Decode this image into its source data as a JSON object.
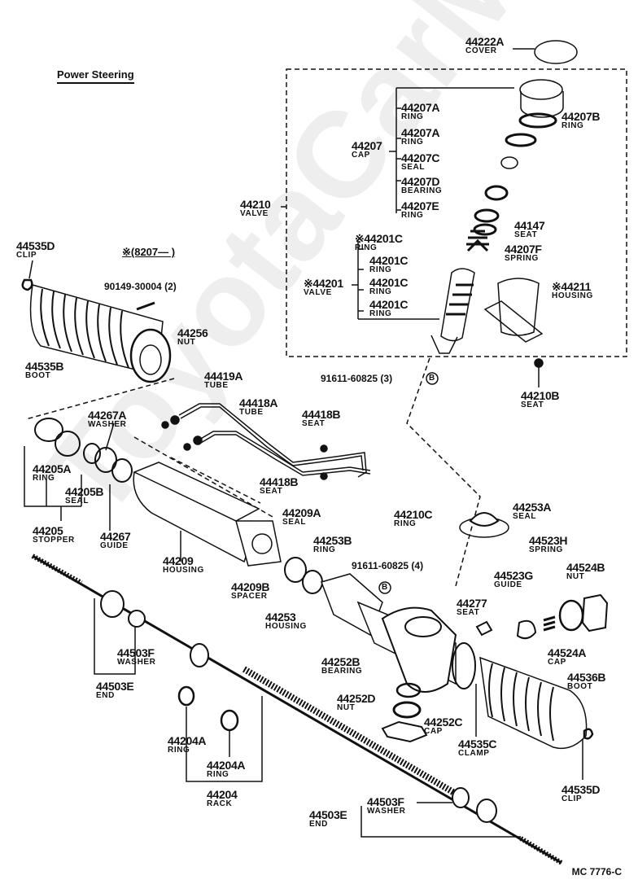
{
  "title": "Power Steering",
  "watermark": "ToyotaCarMan.ru",
  "diagram_code": "MC  7776-C",
  "serial_note": "※(8207—        )",
  "bolt_note_3": "91611-60825 (3)",
  "bolt_note_4": "91611-60825 (4)",
  "screw_note": "90149-30004 (2)",
  "bolt_symbol": "B",
  "parts": [
    {
      "id": "44222A",
      "name": "COVER"
    },
    {
      "id": "44207B",
      "name": "RING"
    },
    {
      "id": "44207A",
      "name": "RING"
    },
    {
      "id": "44207A",
      "name": "RING"
    },
    {
      "id": "44207",
      "name": "CAP"
    },
    {
      "id": "44207C",
      "name": "SEAL"
    },
    {
      "id": "44207D",
      "name": "BEARING"
    },
    {
      "id": "44207E",
      "name": "RING"
    },
    {
      "id": "44210",
      "name": "VALVE"
    },
    {
      "id": "44147",
      "name": "SEAT"
    },
    {
      "id": "※44201C",
      "name": "RING"
    },
    {
      "id": "44207F",
      "name": "SPRING"
    },
    {
      "id": "44201C",
      "name": "RING"
    },
    {
      "id": "※44201",
      "name": "VALVE"
    },
    {
      "id": "44201C",
      "name": "RING"
    },
    {
      "id": "44201C",
      "name": "RING"
    },
    {
      "id": "※44211",
      "name": "HOUSING"
    },
    {
      "id": "44210B",
      "name": "SEAT"
    },
    {
      "id": "44535D",
      "name": "CLIP"
    },
    {
      "id": "44256",
      "name": "NUT"
    },
    {
      "id": "44535B",
      "name": "BOOT"
    },
    {
      "id": "44419A",
      "name": "TUBE"
    },
    {
      "id": "44418A",
      "name": "TUBE"
    },
    {
      "id": "44418B",
      "name": "SEAT"
    },
    {
      "id": "44418B",
      "name": "SEAT"
    },
    {
      "id": "44267A",
      "name": "WASHER"
    },
    {
      "id": "44205A",
      "name": "RING"
    },
    {
      "id": "44205B",
      "name": "SEAL"
    },
    {
      "id": "44205",
      "name": "STOPPER"
    },
    {
      "id": "44267",
      "name": "GUIDE"
    },
    {
      "id": "44209",
      "name": "HOUSING"
    },
    {
      "id": "44209A",
      "name": "SEAL"
    },
    {
      "id": "44253B",
      "name": "RING"
    },
    {
      "id": "44209B",
      "name": "SPACER"
    },
    {
      "id": "44253",
      "name": "HOUSING"
    },
    {
      "id": "44210C",
      "name": "RING"
    },
    {
      "id": "44253A",
      "name": "SEAL"
    },
    {
      "id": "44523H",
      "name": "SPRING"
    },
    {
      "id": "44523G",
      "name": "GUIDE"
    },
    {
      "id": "44524B",
      "name": "NUT"
    },
    {
      "id": "44277",
      "name": "SEAT"
    },
    {
      "id": "44524A",
      "name": "CAP"
    },
    {
      "id": "44503F",
      "name": "WASHER"
    },
    {
      "id": "44503E",
      "name": "END"
    },
    {
      "id": "44252B",
      "name": "BEARING"
    },
    {
      "id": "44536B",
      "name": "BOOT"
    },
    {
      "id": "44252D",
      "name": "NUT"
    },
    {
      "id": "44252C",
      "name": "CAP"
    },
    {
      "id": "44535C",
      "name": "CLAMP"
    },
    {
      "id": "44204A",
      "name": "RING"
    },
    {
      "id": "44204A",
      "name": "RING"
    },
    {
      "id": "44204",
      "name": "RACK"
    },
    {
      "id": "44535D",
      "name": "CLIP"
    },
    {
      "id": "44503F",
      "name": "WASHER"
    },
    {
      "id": "44503E",
      "name": "END"
    }
  ]
}
